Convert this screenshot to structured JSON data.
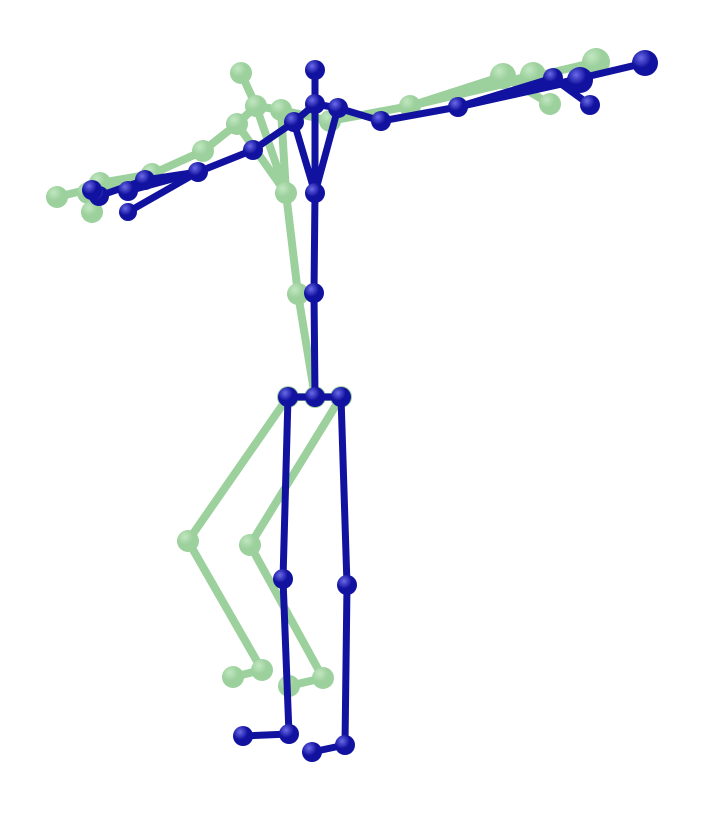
{
  "figure": {
    "kind": "3d-pose-skeleton-comparison",
    "background": "#ffffff"
  },
  "skeletons": [
    {
      "id": "blue",
      "color": "#1212a0",
      "highlight": "#6a6ae8",
      "opacity": 1,
      "joints": [
        "head",
        "neck",
        "l-shoulder",
        "l-elbow",
        "l-wrist",
        "l-hand-a",
        "l-hand-b",
        "l-hand-c",
        "r-shoulder",
        "r-elbow",
        "r-wrist",
        "r-hand-a",
        "r-hand-b",
        "r-hand-c",
        "chest",
        "spine",
        "pelvis",
        "l-hip",
        "r-hip",
        "l-knee",
        "r-knee",
        "l-ankle",
        "r-ankle",
        "l-toe",
        "r-toe"
      ],
      "bones": [
        [
          "head",
          "neck"
        ],
        [
          "neck",
          "l-shoulder"
        ],
        [
          "neck",
          "r-shoulder"
        ],
        [
          "l-shoulder",
          "l-elbow"
        ],
        [
          "l-elbow",
          "l-wrist"
        ],
        [
          "l-wrist",
          "l-hand-a"
        ],
        [
          "l-wrist",
          "l-hand-b"
        ],
        [
          "l-wrist",
          "l-hand-c"
        ],
        [
          "r-shoulder",
          "r-elbow"
        ],
        [
          "r-elbow",
          "r-wrist"
        ],
        [
          "r-wrist",
          "r-hand-a"
        ],
        [
          "r-wrist",
          "r-hand-b"
        ],
        [
          "r-wrist",
          "r-hand-c"
        ],
        [
          "l-shoulder",
          "chest"
        ],
        [
          "r-shoulder",
          "chest"
        ],
        [
          "neck",
          "chest"
        ],
        [
          "chest",
          "spine"
        ],
        [
          "spine",
          "pelvis"
        ],
        [
          "pelvis",
          "l-hip"
        ],
        [
          "pelvis",
          "r-hip"
        ],
        [
          "l-hip",
          "l-knee"
        ],
        [
          "r-hip",
          "r-knee"
        ],
        [
          "l-knee",
          "l-ankle"
        ],
        [
          "r-knee",
          "r-ankle"
        ],
        [
          "l-ankle",
          "l-toe"
        ],
        [
          "r-ankle",
          "r-toe"
        ]
      ]
    },
    {
      "id": "green",
      "color": "#4caa4c",
      "highlight": "#8fd48f",
      "opacity": 0.55,
      "joints": [
        "head",
        "neck",
        "l-shoulder",
        "l-elbow",
        "l-wrist",
        "l-hand-a",
        "l-hand-b",
        "l-hand-c",
        "r-shoulder",
        "r-elbow",
        "r-wrist",
        "r-hand-a",
        "r-hand-b",
        "r-hand-c",
        "chest",
        "spine",
        "pelvis",
        "l-hip",
        "r-hip",
        "l-knee",
        "r-knee",
        "l-ankle",
        "r-ankle",
        "l-toe",
        "r-toe"
      ],
      "bones": [
        [
          "head",
          "neck"
        ],
        [
          "neck",
          "l-shoulder"
        ],
        [
          "neck",
          "r-shoulder"
        ],
        [
          "l-shoulder",
          "l-elbow"
        ],
        [
          "l-elbow",
          "l-wrist"
        ],
        [
          "l-wrist",
          "l-hand-a"
        ],
        [
          "l-wrist",
          "l-hand-b"
        ],
        [
          "l-wrist",
          "l-hand-c"
        ],
        [
          "r-shoulder",
          "r-elbow"
        ],
        [
          "r-elbow",
          "r-wrist"
        ],
        [
          "r-wrist",
          "r-hand-a"
        ],
        [
          "r-wrist",
          "r-hand-b"
        ],
        [
          "r-wrist",
          "r-hand-c"
        ],
        [
          "l-shoulder",
          "chest"
        ],
        [
          "r-shoulder",
          "chest"
        ],
        [
          "neck",
          "chest"
        ],
        [
          "chest",
          "spine"
        ],
        [
          "spine",
          "pelvis"
        ],
        [
          "pelvis",
          "l-hip"
        ],
        [
          "pelvis",
          "r-hip"
        ],
        [
          "l-hip",
          "l-knee"
        ],
        [
          "r-hip",
          "r-knee"
        ],
        [
          "l-knee",
          "l-ankle"
        ],
        [
          "r-knee",
          "r-ankle"
        ],
        [
          "l-ankle",
          "l-toe"
        ],
        [
          "r-ankle",
          "r-toe"
        ]
      ]
    }
  ]
}
